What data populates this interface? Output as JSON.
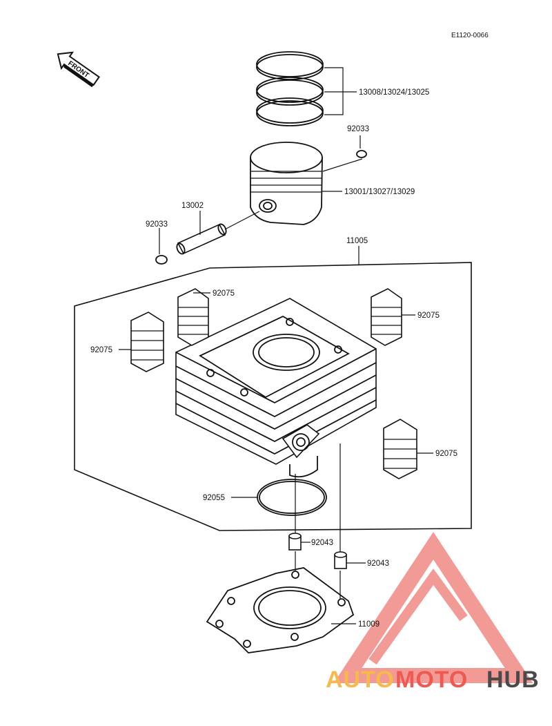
{
  "diagram": {
    "ref_code": "E1120-0066",
    "front_arrow_label": "FRONT",
    "labels": {
      "rings": "13008/13024/13025",
      "clip_top": "92033",
      "piston": "13001/13027/13029",
      "pin": "13002",
      "clip_left": "92033",
      "cylinder": "11005",
      "damper_top_left": "92075",
      "damper_top_right": "92075",
      "damper_left": "92075",
      "damper_bottom_right": "92075",
      "oring": "92055",
      "dowel_left": "92043",
      "dowel_right": "92043",
      "gasket": "11009"
    }
  },
  "watermark": {
    "part1": "AUTO",
    "part2": "MOTO",
    "part3": "HUB",
    "colors": {
      "auto": "#f6b94a",
      "moto": "#ee5a53",
      "hub": "#4a4a4a",
      "triangle": "#f08a84"
    }
  }
}
